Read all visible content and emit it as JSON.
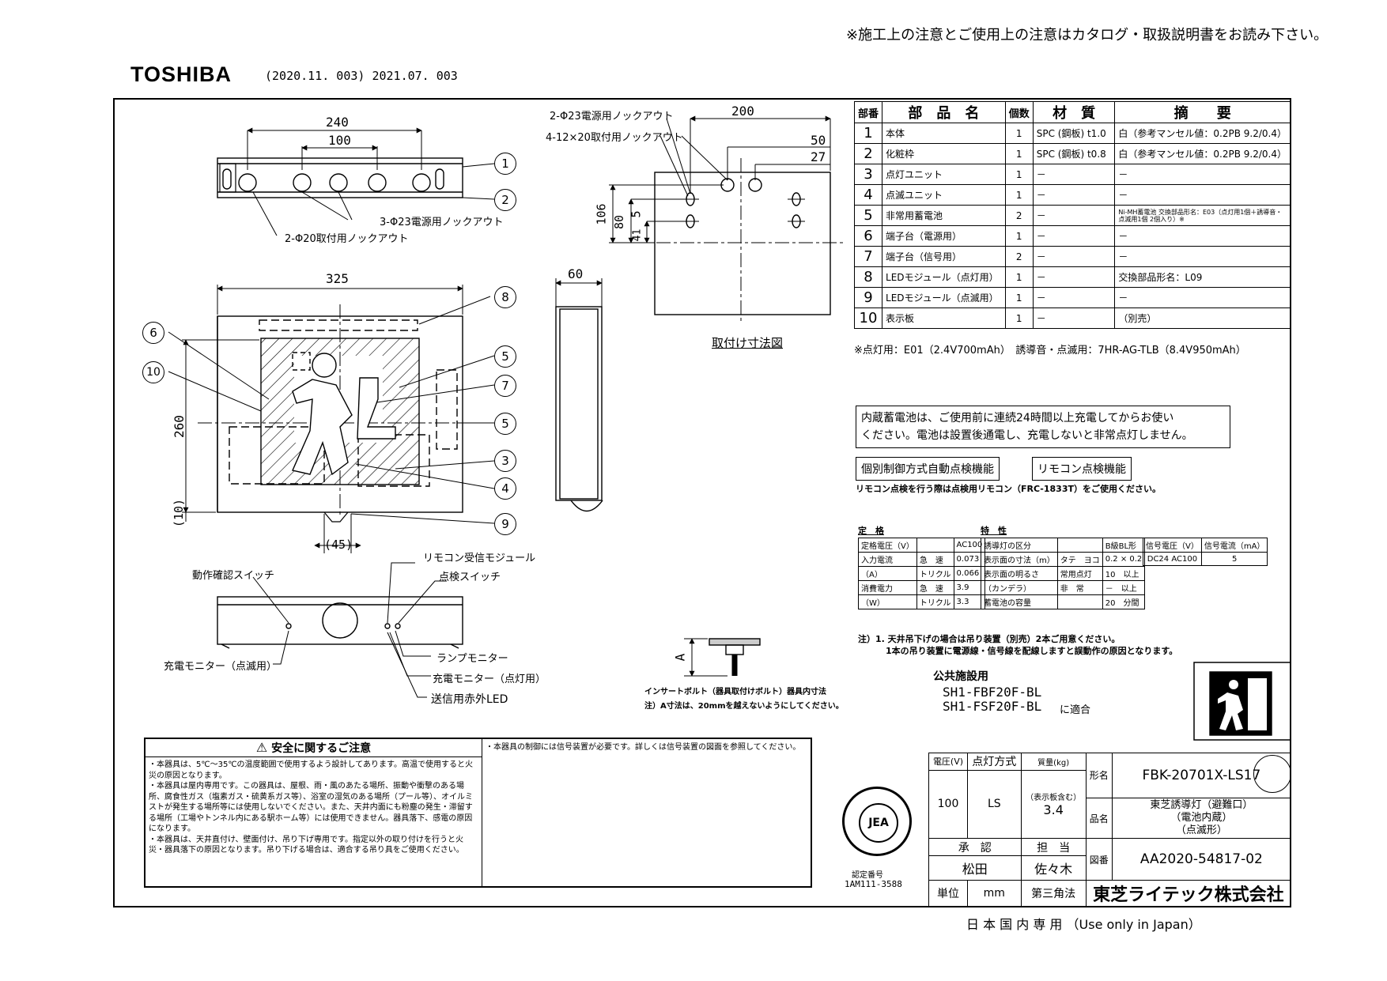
{
  "notice_top": "※施工上の注意とご使用上の注意はカタログ・取扱説明書をお読み下さい。",
  "header": {
    "brand": "TOSHIBA",
    "revision": "(2020.11. 003) 2021.07. 003"
  },
  "drawing": {
    "dims": {
      "d240": "240",
      "d100": "100",
      "d325": "325",
      "d260": "260",
      "d10": "(10)",
      "d45": "(45)",
      "d60": "60",
      "d200": "200",
      "d50": "50",
      "d27": "27",
      "d106": "106",
      "d80": "80",
      "d5": "5",
      "d41": "41"
    },
    "labels": {
      "knock20": "2-Φ20取付用ノックアウト",
      "knock23_3": "3-Φ23電源用ノックアウト",
      "knock23_2": "2-Φ23電源用ノックアウト",
      "knock12x20": "4-12×20取付用ノックアウト",
      "mount_title": "取付け寸法図",
      "op_switch": "動作確認スイッチ",
      "remote_module": "リモコン受信モジュール",
      "check_switch": "点検スイッチ",
      "charge_monitor_blink": "充電モニター（点滅用）",
      "lamp_monitor": "ランプモニター",
      "charge_monitor_light": "充電モニター（点灯用）",
      "ir_led": "送信用赤外LED",
      "insert_bolt": "インサートボルト（器具取付けボルト）器具内寸法",
      "insert_note": "注）A寸法は、20mmを越えないようにしてください。",
      "dim_a": "A"
    },
    "callouts": [
      "1",
      "2",
      "3",
      "4",
      "5",
      "5",
      "6",
      "7",
      "8",
      "9",
      "10"
    ]
  },
  "parts_table": {
    "headers": [
      "部番",
      "部　品　名",
      "個数",
      "材　質",
      "摘　　要"
    ],
    "rows": [
      {
        "no": "1",
        "name": "本体",
        "qty": "1",
        "material": "SPC (鋼板) t1.0",
        "note": "白（参考マンセル値：0.2PB 9.2/0.4）"
      },
      {
        "no": "2",
        "name": "化粧枠",
        "qty": "1",
        "material": "SPC (鋼板) t0.8",
        "note": "白（参考マンセル値：0.2PB 9.2/0.4）"
      },
      {
        "no": "3",
        "name": "点灯ユニット",
        "qty": "1",
        "material": "－",
        "note": "－"
      },
      {
        "no": "4",
        "name": "点滅ユニット",
        "qty": "1",
        "material": "－",
        "note": "－"
      },
      {
        "no": "5",
        "name": "非常用蓄電池",
        "qty": "2",
        "material": "－",
        "note": "Ni-MH蓄電池 交換部品形名：E03（点灯用1個＋誘導音・点滅用1個 2個入り）※"
      },
      {
        "no": "6",
        "name": "端子台（電源用）",
        "qty": "1",
        "material": "－",
        "note": "－"
      },
      {
        "no": "7",
        "name": "端子台（信号用）",
        "qty": "2",
        "material": "－",
        "note": "－"
      },
      {
        "no": "8",
        "name": "LEDモジュール（点灯用）",
        "qty": "1",
        "material": "－",
        "note": "交換部品形名：L09"
      },
      {
        "no": "9",
        "name": "LEDモジュール（点滅用）",
        "qty": "1",
        "material": "－",
        "note": "－"
      },
      {
        "no": "10",
        "name": "表示板",
        "qty": "1",
        "material": "－",
        "note": "（別売）"
      }
    ],
    "footnote": "※点灯用：E01（2.4V700mAh）　誘導音・点滅用：7HR-AG-TLB（8.4V950mAh）"
  },
  "battery_notice": [
    "内蔵蓄電池は、ご使用前に連続24時間以上充電してからお使い",
    "ください。電池は設置後通電し、充電しないと非常点灯しません。"
  ],
  "features": [
    "個別制御方式自動点検機能",
    "リモコン点検機能"
  ],
  "remote_note": "リモコン点検を行う際は点検用リモコン（FRC-1833T）をご使用ください。",
  "rating": {
    "title": "定　格",
    "rows": [
      [
        "定格電圧（V）",
        "",
        "AC100"
      ],
      [
        "入力電流",
        "急　速",
        "0.073"
      ],
      [
        "（A）",
        "トリクル",
        "0.066"
      ],
      [
        "消費電力",
        "急　速",
        "3.9"
      ],
      [
        "（W）",
        "トリクル",
        "3.3"
      ]
    ]
  },
  "characteristics": {
    "title": "特　性",
    "rows": [
      [
        "誘導灯の区分",
        "",
        "B級BL形"
      ],
      [
        "表示面の寸法（m）",
        "タテ　ヨコ",
        "0.2 × 0.2"
      ],
      [
        "表示面の明るさ",
        "常用点灯",
        "10　以上"
      ],
      [
        "（カンデラ）",
        "非　常",
        "－　以上"
      ],
      [
        "蓄電池の容量",
        "",
        "20　分間"
      ]
    ]
  },
  "signal": {
    "headers": [
      "信号電圧（V）",
      "信号電流（mA）"
    ],
    "voltage": "DC24 AC100",
    "current": "5"
  },
  "ceiling_note": [
    "注）1. 天井吊下げの場合は吊り装置（別売）2本ご用意ください。",
    "1本の吊り装置に電源線・信号線を配線しますと誤動作の原因となります。"
  ],
  "public_facility": {
    "title": "公共施設用",
    "models": [
      "SH1-FBF20F-BL",
      "SH1-FSF20F-BL"
    ],
    "suffix": "に適合"
  },
  "safety": {
    "title": "安全に関するご注意",
    "items": [
      "・本器具は、5℃～35℃の温度範囲で使用するよう設計してあります。高温で使用すると火災の原因となります。",
      "・本器具は屋内専用です。この器具は、屋根、雨・風のあたる場所、振動や衝撃のある場所、腐食性ガス（塩素ガス・硫黄系ガス等）、浴室の湿気のある場所（プール等）、オイルミストが発生する場所等には使用しないでください。また、天井内面にも粉塵の発生・滞留する場所（工場やトンネル内にある駅ホーム等）には使用できません。器具落下、感電の原因になります。",
      "・本器具は、天井直付け、壁面付け、吊り下げ専用です。指定以外の取り付けを行うと火災・器具落下の原因となります。吊り下げる場合は、適合する吊り具をご使用ください。"
    ],
    "signal_note": "・本器具の制御には信号装置が必要です。詳しくは信号装置の図面を参照してください。"
  },
  "certification": {
    "number_label": "認定番号",
    "number": "1AM111-3588",
    "seal_text": "JEA"
  },
  "title_block": {
    "voltage_h": "電圧(V)",
    "lighting_h": "点灯方式",
    "mass_h": "質量(kg)",
    "voltage": "100",
    "lighting": "LS",
    "mass_note": "（表示板含む）",
    "mass": "3.4",
    "model_h": "形名",
    "model": "FBK-20701X-LS17",
    "product_h": "品名",
    "product": [
      "東芝誘導灯（避難口）",
      "（電池内蔵）",
      "（点滅形）"
    ],
    "approve_h": "承　認",
    "charge_h": "担　当",
    "approver": "松田",
    "person": "佐々木",
    "drawing_no_h": "図番",
    "drawing_no": "AA2020-54817-02",
    "unit_h": "単位",
    "unit": "mm",
    "projection": "第三角法",
    "company": "東芝ライテック株式会社"
  },
  "footer": "日 本 国 内 専 用 （Use only in Japan）"
}
